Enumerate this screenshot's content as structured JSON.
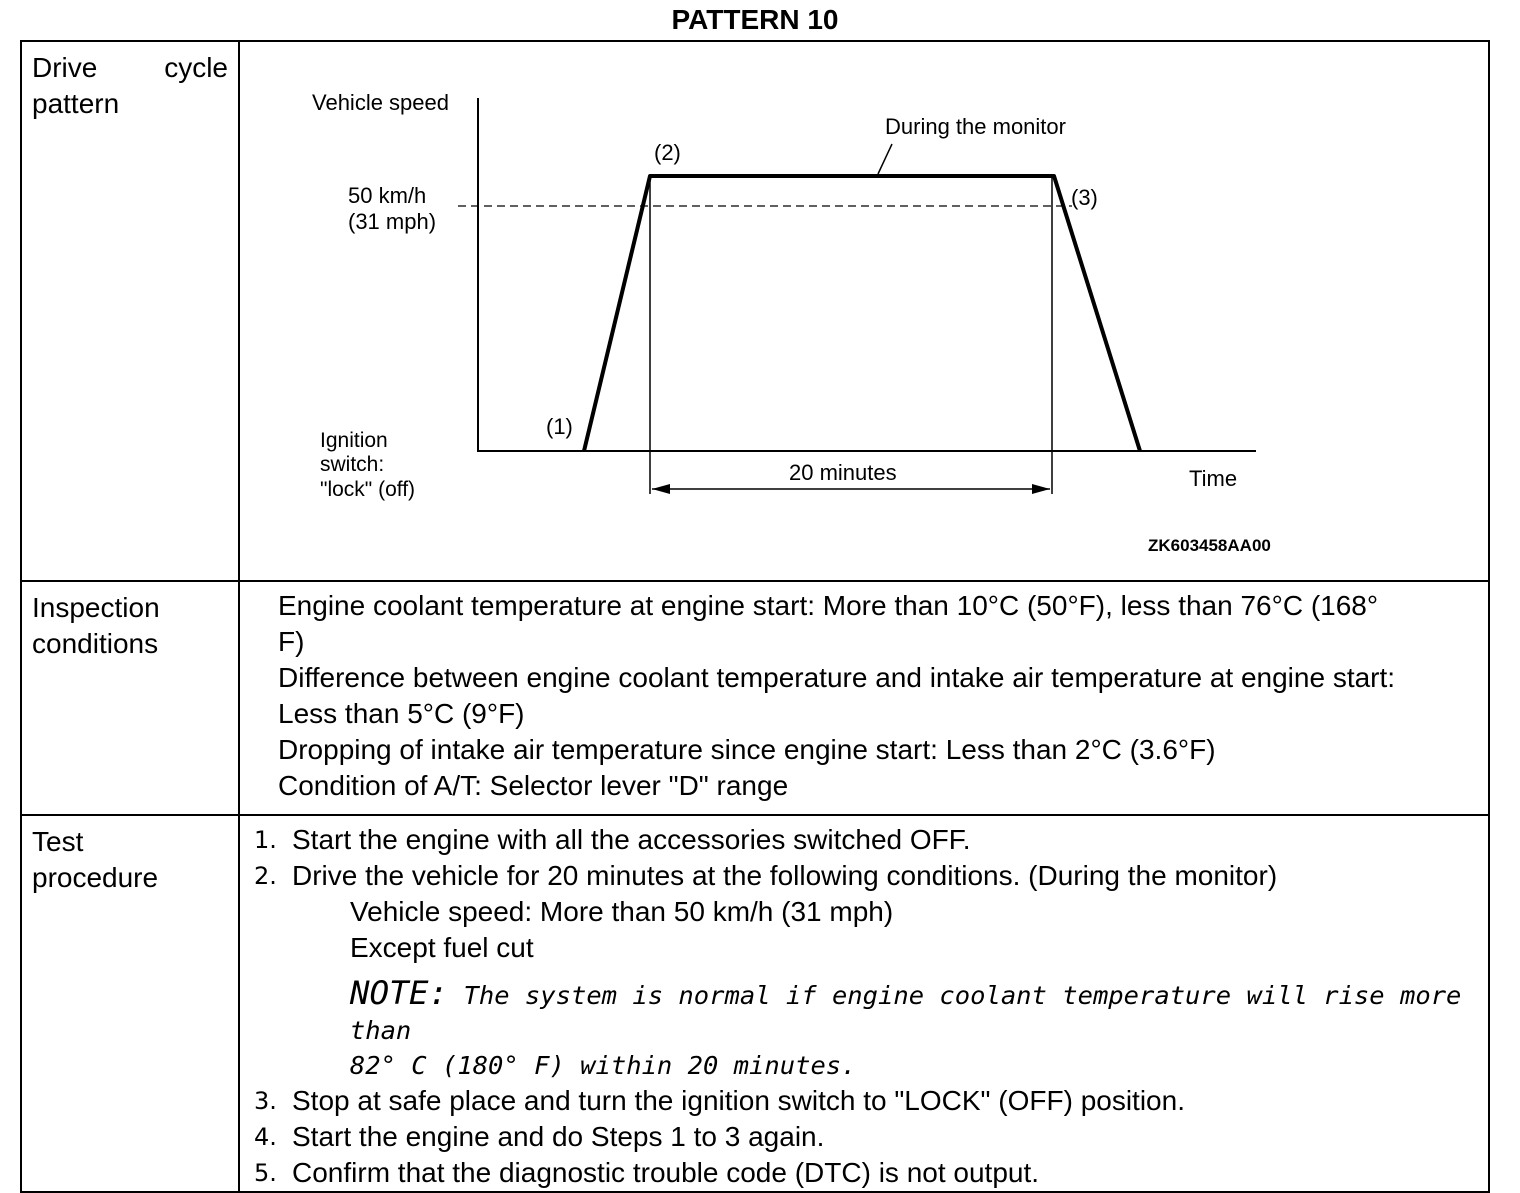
{
  "title": "PATTERN 10",
  "rows": {
    "drive_cycle": {
      "label_line1_a": "Drive",
      "label_line1_b": "cycle",
      "label_line2": "pattern"
    },
    "inspection": {
      "label_line1": "Inspection",
      "label_line2": "conditions",
      "items": [
        "Engine coolant temperature at engine start: More than 10°C (50°F), less than 76°C (168°",
        "F)",
        "Difference between engine coolant temperature and intake air temperature at engine start:",
        "Less than 5°C (9°F)",
        "Dropping of intake air temperature since engine start: Less than 2°C (3.6°F)",
        "Condition of A/T: Selector lever \"D\" range"
      ]
    },
    "test_procedure": {
      "label_line1": "Test",
      "label_line2": "procedure",
      "steps": [
        {
          "num": "1.",
          "text": "Start the engine with all the accessories switched OFF."
        },
        {
          "num": "2.",
          "text": "Drive the vehicle for 20 minutes at the following conditions. (During the monitor)"
        }
      ],
      "sub_items": [
        "Vehicle speed: More than 50 km/h (31 mph)",
        "Except fuel cut"
      ],
      "note_label": "NOTE:",
      "note_line1": "The system is normal if engine coolant temperature will rise more than",
      "note_line2": "82° C (180° F) within 20 minutes.",
      "steps_after": [
        {
          "num": "3.",
          "text": "Stop at safe place and turn the ignition switch to \"LOCK\" (OFF) position."
        },
        {
          "num": "4.",
          "text": "Start the engine and do Steps 1 to 3 again."
        },
        {
          "num": "5.",
          "text": "Confirm that the diagnostic trouble code (DTC) is not output."
        }
      ]
    }
  },
  "diagram": {
    "y_axis_label": "Vehicle speed",
    "speed_label_line1": "50 km/h",
    "speed_label_line2": "(31 mph)",
    "ignition_line1": "Ignition",
    "ignition_line2": "switch:",
    "ignition_line3": "\"lock\" (off)",
    "x_axis_label": "Time",
    "point1": "(1)",
    "point2": "(2)",
    "point3": "(3)",
    "monitor_label": "During the monitor",
    "duration_label": "20 minutes",
    "figure_code": "ZK603458AA00"
  }
}
